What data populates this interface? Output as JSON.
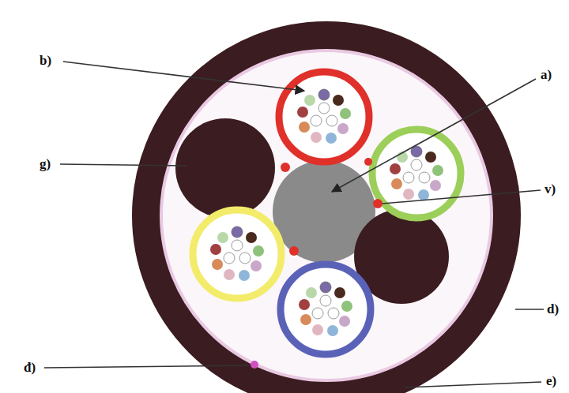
{
  "diagram": {
    "labels": [
      "b)",
      "a)",
      "g)",
      "v)",
      "d)",
      "đ)",
      "e)"
    ]
  }
}
